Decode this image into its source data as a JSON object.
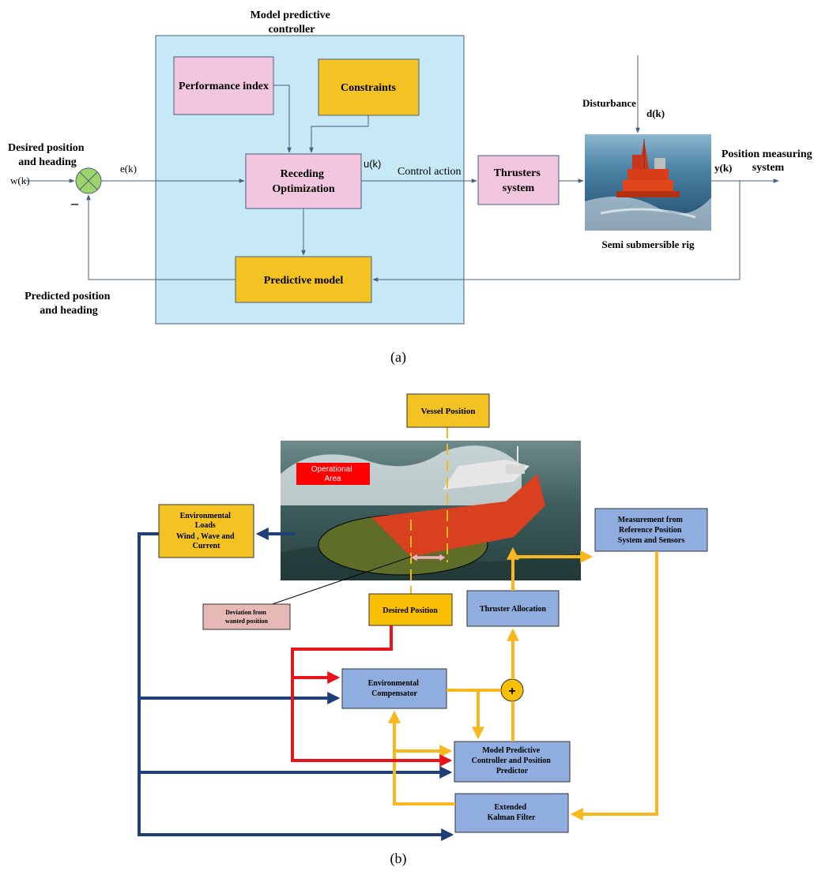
{
  "figure_a": {
    "mpc_title_line1": "Model predictive",
    "mpc_title_line2": "controller",
    "performance_index": "Performance index",
    "constraints": "Constraints",
    "receding_line1": "Receding",
    "receding_line2": "Optimization",
    "predictive_model": "Predictive model",
    "thrusters_line1": "Thrusters",
    "thrusters_line2": "system",
    "desired_line1": "Desired position",
    "desired_line2": "and heading",
    "w_k": "w(k)",
    "e_k": "e(k)",
    "u_k": "u(k)",
    "control_action": "Control action",
    "disturbance": "Disturbance",
    "d_k": "d(k)",
    "y_k": "y(k)",
    "position_measuring_line1": "Position measuring",
    "position_measuring_line2": "system",
    "rig_caption": "Semi submersible rig",
    "predicted_line1": "Predicted position",
    "predicted_line2": "and heading",
    "minus_sign": "_",
    "caption": "(a)"
  },
  "figure_b": {
    "vessel_position": "Vessel Position",
    "operational_area_line1": "Operational",
    "operational_area_line2": "Area",
    "env_loads_line1": "Environmental",
    "env_loads_line2": "Loads",
    "env_loads_line3": "Wind , Wave and",
    "env_loads_line4": "Current",
    "measurement_line1": "Measurement from",
    "measurement_line2": "Reference Position",
    "measurement_line3": "System and Sensors",
    "deviation_line1": "Deviation from",
    "deviation_line2": "wanted position",
    "desired_position": "Desired Position",
    "thruster_allocation": "Thruster Allocation",
    "env_comp_line1": "Environmental",
    "env_comp_line2": "Compensator",
    "sum_symbol": "+",
    "mpc_line1": "Model Predictive",
    "mpc_line2": "Controller and Position",
    "mpc_line3": "Predictor",
    "ekf_line1": "Extended",
    "ekf_line2": "Kalman Filter",
    "caption": "(b)"
  },
  "colors": {
    "mpc_background": "#C6E9F5",
    "pink_box": "#F2C6DF",
    "gold_box": "#F3C324",
    "blue_box": "#8FAEDF",
    "deviation_box": "#E6B9B4",
    "red_label": "#FF0000",
    "navy_arrow": "#203F78",
    "yellow_arrow": "#F8B71C",
    "red_arrow": "#E8141C",
    "summing_green": "#9ED46A"
  }
}
